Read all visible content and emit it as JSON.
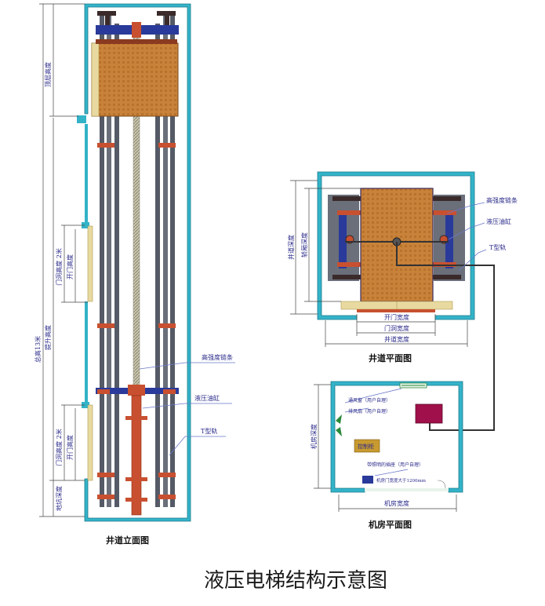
{
  "title": "液压电梯结构示意图",
  "elevation": {
    "caption": "井道立面图",
    "labels": {
      "top_height": "顶层高度",
      "total_height": "总高13米",
      "travel_height": "提升高度",
      "door_opening_height_upper": "门洞高度 2米",
      "door_height_upper": "开门高度",
      "door_opening_height_lower": "门洞高度 2米",
      "door_height_lower": "开门高度",
      "pit_depth": "地坑深度",
      "chain": "高强度链条",
      "cylinder": "液压油缸",
      "rail": "T型轨"
    }
  },
  "shaft_plan": {
    "caption": "井道平面图",
    "labels": {
      "shaft_depth": "井道深度",
      "car_depth": "轿厢深度",
      "door_width": "开门宽度",
      "door_opening_width": "门洞宽度",
      "shaft_width": "井道宽度",
      "chain": "高强度链条",
      "cylinder": "液压油缸",
      "rail": "T型轨"
    }
  },
  "machine_room": {
    "caption": "机房平面图",
    "labels": {
      "vent_window": "通风窗（用户自理）",
      "exhaust_fan": "排风扇（用户自理）",
      "control_cabinet": "控制柜",
      "room_depth": "机房深度",
      "room_width": "机房宽度",
      "lighting_socket": "带照明的插座（用户自理）",
      "door_width_note": "机房门宽度大于1200mm"
    }
  },
  "colors": {
    "wall": "#33b3c8",
    "car": "#c8823a",
    "rail": "#555a66",
    "beam": "#2a3a9a",
    "bracket": "#c85030",
    "pump": "#a0104a",
    "cabinet": "#c89a30",
    "door": "#e8d9a0"
  }
}
